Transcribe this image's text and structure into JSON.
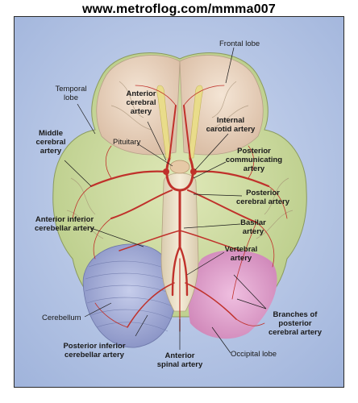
{
  "watermark": "www.metroflog.com/mmma007",
  "labels": {
    "frontal_lobe": "Frontal lobe",
    "temporal_lobe": [
      "Temporal",
      "lobe"
    ],
    "anterior_cerebral_artery": [
      "Anterior",
      "cerebral",
      "artery"
    ],
    "internal_carotid_artery": [
      "Internal",
      "carotid artery"
    ],
    "middle_cerebral_artery": [
      "Middle",
      "cerebral",
      "artery"
    ],
    "pituitary": "Pituitary",
    "posterior_communicating_artery": [
      "Posterior",
      "communicating",
      "artery"
    ],
    "posterior_cerebral_artery": [
      "Posterior",
      "cerebral artery"
    ],
    "basilar_artery": [
      "Basilar",
      "artery"
    ],
    "anterior_inferior_cerebellar_artery": [
      "Anterior inferior",
      "cerebellar artery"
    ],
    "vertebral_artery": [
      "Vertebral",
      "artery"
    ],
    "branches_posterior_cerebral_artery": [
      "Branches of",
      "posterior",
      "cerebral artery"
    ],
    "cerebellum": "Cerebellum",
    "posterior_inferior_cerebellar_artery": [
      "Posterior inferior",
      "cerebellar artery"
    ],
    "anterior_spinal_artery": [
      "Anterior",
      "spinal artery"
    ],
    "occipital_lobe": "Occipital lobe"
  },
  "colors": {
    "background": "#b9c9e6",
    "frontal": "#ead6c4",
    "temporal": "#cfdca6",
    "occipital": "#e4a7cf",
    "cerebellum": "#a8b2d8",
    "brainstem": "#efe4cc",
    "artery": "#c0312b"
  }
}
